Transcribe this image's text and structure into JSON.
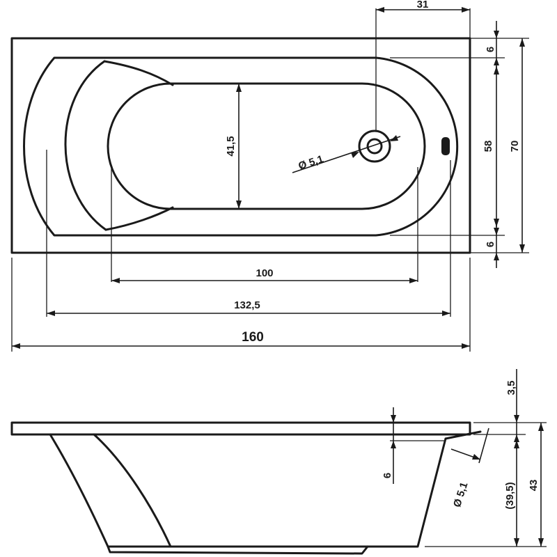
{
  "top_view": {
    "dim_overall_length": "160",
    "dim_inner_length": "132,5",
    "dim_bottom_length": "100",
    "dim_inner_width": "41,5",
    "dim_drain_offset": "31",
    "dim_rim_top": "6",
    "dim_rim_bottom": "6",
    "dim_inner_total_width": "58",
    "dim_overall_width": "70",
    "dim_drain_diameter": "Ø 5,1"
  },
  "side_view": {
    "dim_rim_thickness": "3,5",
    "dim_overflow_depth": "6",
    "dim_overflow_diameter": "Ø 5,1",
    "dim_depth_below_rim": "(39,5)",
    "dim_total_height": "43"
  }
}
